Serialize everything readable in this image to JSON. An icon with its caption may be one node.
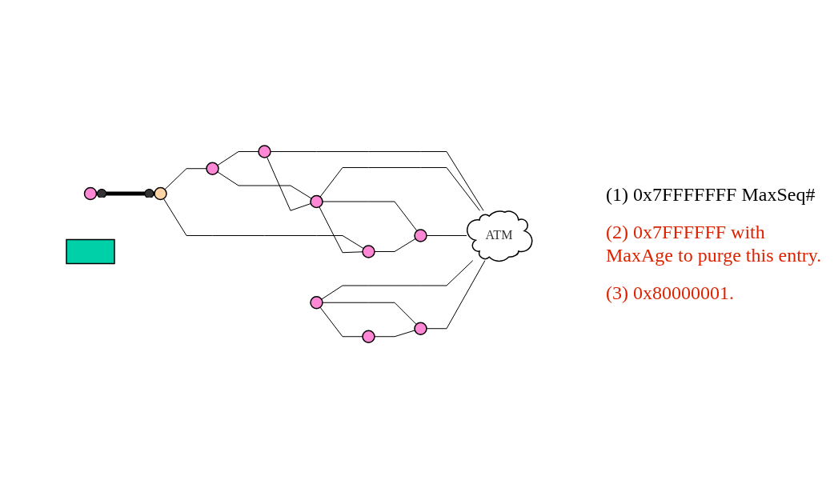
{
  "diagram": {
    "nodes": [
      {
        "text": [],
        "shape": "circle"
      },
      {
        "text": [],
        "shape": "circle"
      },
      {
        "text": [],
        "shape": "circle"
      },
      {
        "text": [],
        "shape": "circle"
      },
      {
        "text": [],
        "shape": "circle"
      },
      {
        "text": [],
        "shape": "circle"
      },
      {
        "text": [],
        "shape": "circle"
      },
      {
        "text": [],
        "shape": "circle"
      },
      {
        "text": [],
        "shape": "circle"
      },
      {
        "text": [],
        "shape": "circle"
      },
      {
        "text": [
          "ATM"
        ]
      },
      {
        "text": [],
        "shape": "box"
      }
    ],
    "edges": [
      {
        "from": 0,
        "to": 1,
        "arrow": "other",
        "style": "thick"
      },
      {
        "from": 1,
        "to": 2,
        "arrow": "none"
      },
      {
        "from": 1,
        "to": 5,
        "arrow": "none"
      },
      {
        "from": 2,
        "to": 3,
        "arrow": "none"
      },
      {
        "from": 2,
        "to": 4,
        "arrow": "none"
      },
      {
        "from": 3,
        "to": 4,
        "arrow": "none"
      },
      {
        "from": 3,
        "to": 10,
        "arrow": "none"
      },
      {
        "from": 4,
        "to": 10,
        "arrow": "none"
      },
      {
        "from": 4,
        "to": 5,
        "arrow": "none"
      },
      {
        "from": 4,
        "to": 6,
        "arrow": "none"
      },
      {
        "from": 5,
        "to": 6,
        "arrow": "none"
      },
      {
        "from": 6,
        "to": 10,
        "arrow": "none"
      },
      {
        "from": 7,
        "to": 8,
        "arrow": "none"
      },
      {
        "from": 7,
        "to": 9,
        "arrow": "none"
      },
      {
        "from": 8,
        "to": 9,
        "arrow": "none"
      },
      {
        "from": 7,
        "to": 10,
        "arrow": "none"
      },
      {
        "from": 9,
        "to": 10,
        "arrow": "none"
      }
    ],
    "labels": [
      "(1) 0x7FFFFFFF MaxSeq#",
      "(2) 0x7FFFFFF with MaxAge to purge this entry.",
      "(3) 0x80000001."
    ]
  }
}
